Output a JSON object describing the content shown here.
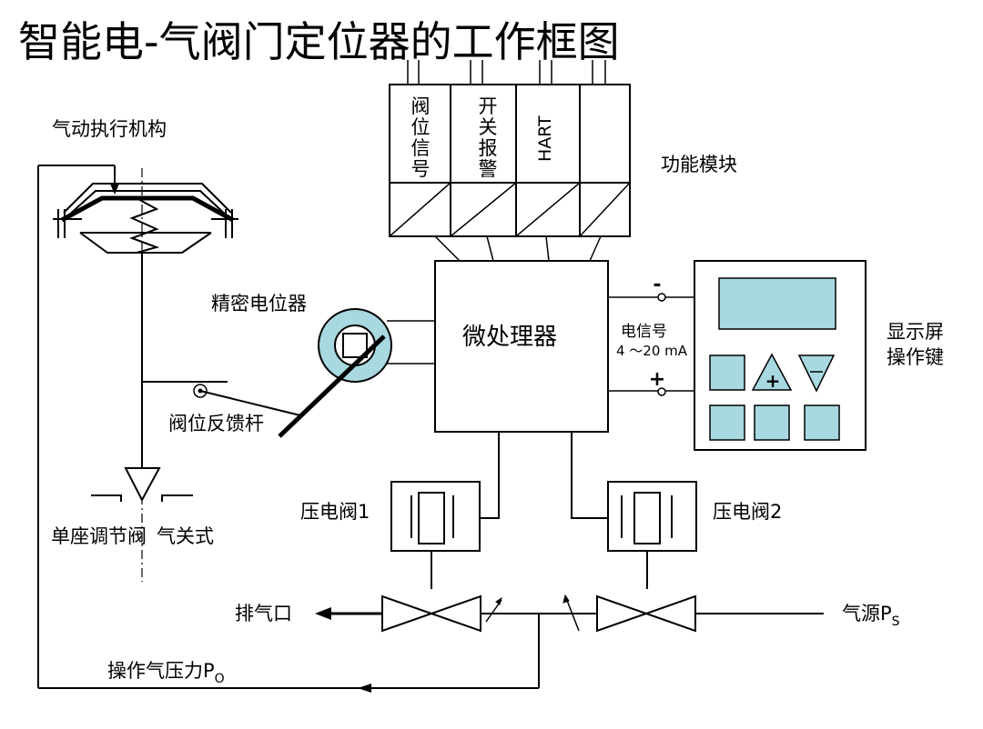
{
  "title": "智能电-气阀门定位器的工作框图",
  "labels": {
    "actuator": "气动执行机构",
    "function_modules": "功能模块",
    "potentiometer": "精密电位器",
    "feedback_rod": "阀位反馈杆",
    "microprocessor": "微处理器",
    "electric_signal": "电信号",
    "signal_range": "4 ～20 mA",
    "minus": "-",
    "plus": "+",
    "display_screen": "显示屏",
    "operation_keys": "操作键",
    "key_plus": "+",
    "single_seat_valve": "单座调节阀",
    "air_close": "气关式",
    "piezo_valve_1": "压电阀1",
    "piezo_valve_2": "压电阀2",
    "exhaust": "排气口",
    "air_source": "气源P",
    "air_source_sub": "S",
    "operating_pressure": "操作气压力P",
    "operating_pressure_sub": "O"
  },
  "modules": [
    {
      "chars": [
        "阀",
        "位",
        "信",
        "号"
      ]
    },
    {
      "chars": [
        "开",
        "关",
        "报",
        "警"
      ]
    },
    {
      "text": "HART"
    },
    {
      "chars": []
    }
  ]
}
